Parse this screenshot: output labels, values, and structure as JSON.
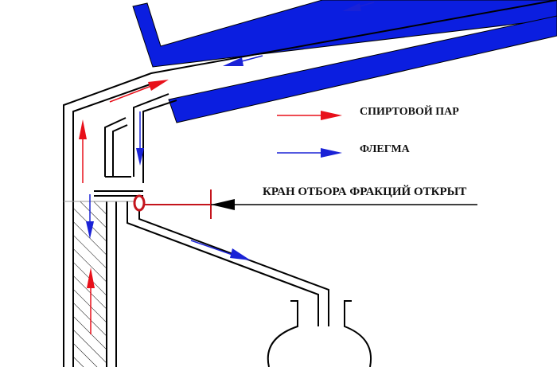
{
  "legend": {
    "vapor_label": "СПИРТОВОЙ ПАР",
    "phlegm_label": "ФЛЕГМА"
  },
  "valve_callout": "КРАН ОТБОРА ФРАКЦИЙ ОТКРЫТ",
  "colors": {
    "vapor_arrow": "#e8101a",
    "phlegm_arrow": "#1a22d6",
    "condenser_jacket": "#0b1ee0",
    "valve": "#c4141c",
    "outline": "#000000",
    "background": "#ffffff"
  }
}
